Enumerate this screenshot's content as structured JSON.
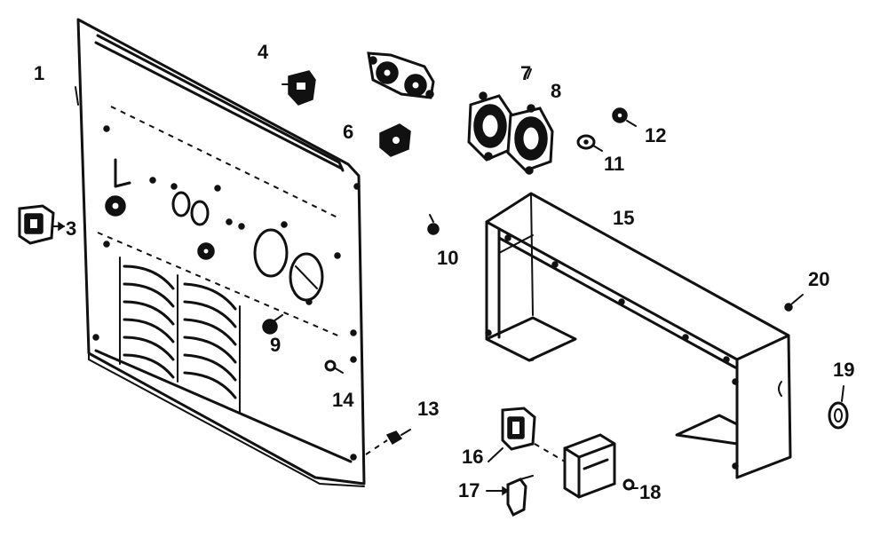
{
  "figure": {
    "callouts": [
      {
        "id": "1",
        "text": "1"
      },
      {
        "id": "3",
        "text": "3"
      },
      {
        "id": "4",
        "text": "4"
      },
      {
        "id": "6",
        "text": "6"
      },
      {
        "id": "7",
        "text": "7"
      },
      {
        "id": "8",
        "text": "8"
      },
      {
        "id": "9",
        "text": "9"
      },
      {
        "id": "10",
        "text": "10"
      },
      {
        "id": "11",
        "text": "11"
      },
      {
        "id": "12",
        "text": "12"
      },
      {
        "id": "13",
        "text": "13"
      },
      {
        "id": "14",
        "text": "14"
      },
      {
        "id": "15",
        "text": "15"
      },
      {
        "id": "16",
        "text": "16"
      },
      {
        "id": "17",
        "text": "17"
      },
      {
        "id": "18",
        "text": "18"
      },
      {
        "id": "19",
        "text": "19"
      },
      {
        "id": "20",
        "text": "20"
      }
    ]
  }
}
